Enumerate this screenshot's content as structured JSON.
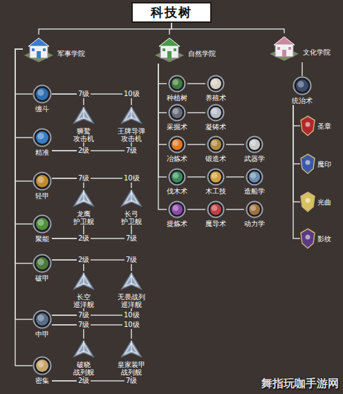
{
  "diagram": {
    "nodes": [
      {
        "text": [
          "科技树"
        ]
      },
      {
        "text": [
          "军事学院"
        ]
      },
      {
        "text": [
          "自然学院"
        ]
      },
      {
        "text": [
          "文化学院"
        ]
      },
      {
        "text": [
          "缠斗"
        ]
      },
      {
        "text": [
          "狮鹫 攻击机"
        ]
      },
      {
        "text": [
          "王牌导弹 攻击机"
        ]
      },
      {
        "text": [
          "精准"
        ]
      },
      {
        "text": [
          "轻甲"
        ]
      },
      {
        "text": [
          "龙鹰 护卫舰"
        ]
      },
      {
        "text": [
          "长弓 护卫舰"
        ]
      },
      {
        "text": [
          "聚能"
        ]
      },
      {
        "text": [
          "破甲"
        ]
      },
      {
        "text": [
          "长空 巡洋舰"
        ]
      },
      {
        "text": [
          "无畏战列 巡洋舰"
        ]
      },
      {
        "text": [
          "中甲"
        ]
      },
      {
        "text": [
          "破晓 战列舰"
        ]
      },
      {
        "text": [
          "皇家装甲 战列舰"
        ]
      },
      {
        "text": [
          "密集"
        ]
      },
      {
        "text": [
          "种植树"
        ]
      },
      {
        "text": [
          "养殖术"
        ]
      },
      {
        "text": [
          "采掘术"
        ]
      },
      {
        "text": [
          "凝铸术"
        ]
      },
      {
        "text": [
          "冶炼术"
        ]
      },
      {
        "text": [
          "锻造术"
        ]
      },
      {
        "text": [
          "武器学"
        ]
      },
      {
        "text": [
          "伐木术"
        ]
      },
      {
        "text": [
          "木工技"
        ]
      },
      {
        "text": [
          "造船学"
        ]
      },
      {
        "text": [
          "提炼术"
        ]
      },
      {
        "text": [
          "魔导术"
        ]
      },
      {
        "text": [
          "动力学"
        ]
      },
      {
        "text": [
          "统治术"
        ]
      },
      {
        "text": [
          "圣章"
        ]
      },
      {
        "text": [
          "魔印"
        ]
      },
      {
        "text": [
          "光曲"
        ]
      },
      {
        "text": [
          "影纹"
        ]
      }
    ],
    "edges": [
      {
        "from": 0,
        "to": 1,
        "arrow": "none"
      },
      {
        "from": 0,
        "to": 2,
        "arrow": "none"
      },
      {
        "from": 0,
        "to": 3,
        "arrow": "none"
      },
      {
        "from": 1,
        "to": 4,
        "arrow": "none"
      },
      {
        "from": 1,
        "to": 7,
        "arrow": "none"
      },
      {
        "from": 1,
        "to": 8,
        "arrow": "none"
      },
      {
        "from": 1,
        "to": 11,
        "arrow": "none"
      },
      {
        "from": 1,
        "to": 12,
        "arrow": "none"
      },
      {
        "from": 1,
        "to": 15,
        "arrow": "none"
      },
      {
        "from": 1,
        "to": 18,
        "arrow": "none"
      },
      {
        "from": 4,
        "to": 5,
        "label": "7级",
        "arrow": "none"
      },
      {
        "from": 4,
        "to": 6,
        "label": "10级",
        "arrow": "none"
      },
      {
        "from": 7,
        "to": 5,
        "label": "2级",
        "arrow": "none"
      },
      {
        "from": 7,
        "to": 6,
        "label": "7级",
        "arrow": "none"
      },
      {
        "from": 8,
        "to": 9,
        "label": "7级",
        "arrow": "none"
      },
      {
        "from": 8,
        "to": 10,
        "label": "10级",
        "arrow": "none"
      },
      {
        "from": 11,
        "to": 9,
        "label": "2级",
        "arrow": "none"
      },
      {
        "from": 11,
        "to": 10,
        "label": "7级",
        "arrow": "none"
      },
      {
        "from": 12,
        "to": 13,
        "label": "2级",
        "arrow": "none"
      },
      {
        "from": 12,
        "to": 14,
        "label": "7级",
        "arrow": "none"
      },
      {
        "from": 15,
        "to": 13,
        "label": "7级",
        "arrow": "none"
      },
      {
        "from": 15,
        "to": 14,
        "label": "10级",
        "arrow": "none"
      },
      {
        "from": 15,
        "to": 16,
        "label": "7级",
        "arrow": "none"
      },
      {
        "from": 15,
        "to": 17,
        "label": "10级",
        "arrow": "none"
      },
      {
        "from": 18,
        "to": 16,
        "label": "2级",
        "arrow": "none"
      },
      {
        "from": 18,
        "to": 17,
        "label": "7级",
        "arrow": "none"
      },
      {
        "from": 2,
        "to": 19,
        "arrow": "none"
      },
      {
        "from": 2,
        "to": 21,
        "arrow": "none"
      },
      {
        "from": 2,
        "to": 23,
        "arrow": "none"
      },
      {
        "from": 2,
        "to": 26,
        "arrow": "none"
      },
      {
        "from": 2,
        "to": 29,
        "arrow": "none"
      },
      {
        "from": 19,
        "to": 20,
        "arrow": "none"
      },
      {
        "from": 21,
        "to": 22,
        "arrow": "none"
      },
      {
        "from": 23,
        "to": 24,
        "arrow": "none"
      },
      {
        "from": 24,
        "to": 25,
        "arrow": "none"
      },
      {
        "from": 26,
        "to": 27,
        "arrow": "none"
      },
      {
        "from": 27,
        "to": 28,
        "arrow": "none"
      },
      {
        "from": 29,
        "to": 30,
        "arrow": "none"
      },
      {
        "from": 30,
        "to": 31,
        "arrow": "none"
      },
      {
        "from": 3,
        "to": 32,
        "arrow": "none"
      },
      {
        "from": 32,
        "to": 33,
        "arrow": "none"
      },
      {
        "from": 32,
        "to": 34,
        "arrow": "none"
      },
      {
        "from": 32,
        "to": 35,
        "arrow": "none"
      },
      {
        "from": 32,
        "to": 36,
        "arrow": "none"
      }
    ],
    "labels": [
      "舞指玩咖手游网"
    ]
  }
}
